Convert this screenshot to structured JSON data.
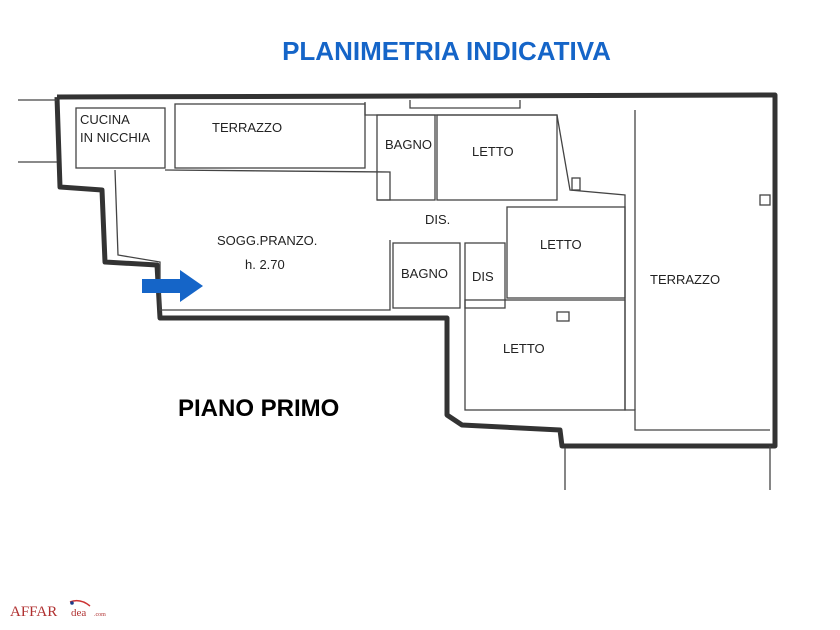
{
  "title": "PLANIMETRIA INDICATIVA",
  "floor_label": "PIANO PRIMO",
  "rooms": {
    "cucina_line1": "CUCINA",
    "cucina_line2": "IN NICCHIA",
    "terrazzo_top": "TERRAZZO",
    "bagno_top": "BAGNO",
    "letto_top": "LETTO",
    "dis_top": "DIS.",
    "soggiorno": "SOGG.PRANZO.",
    "height": "h. 2.70",
    "bagno_mid": "BAGNO",
    "dis_mid": "DIS",
    "letto_right": "LETTO",
    "terrazzo_right": "TERRAZZO",
    "letto_bottom": "LETTO"
  },
  "logo": {
    "text": "AFFARIdea.com"
  },
  "colors": {
    "title": "#1565c8",
    "arrow": "#1565c8",
    "wall": "#333333"
  }
}
